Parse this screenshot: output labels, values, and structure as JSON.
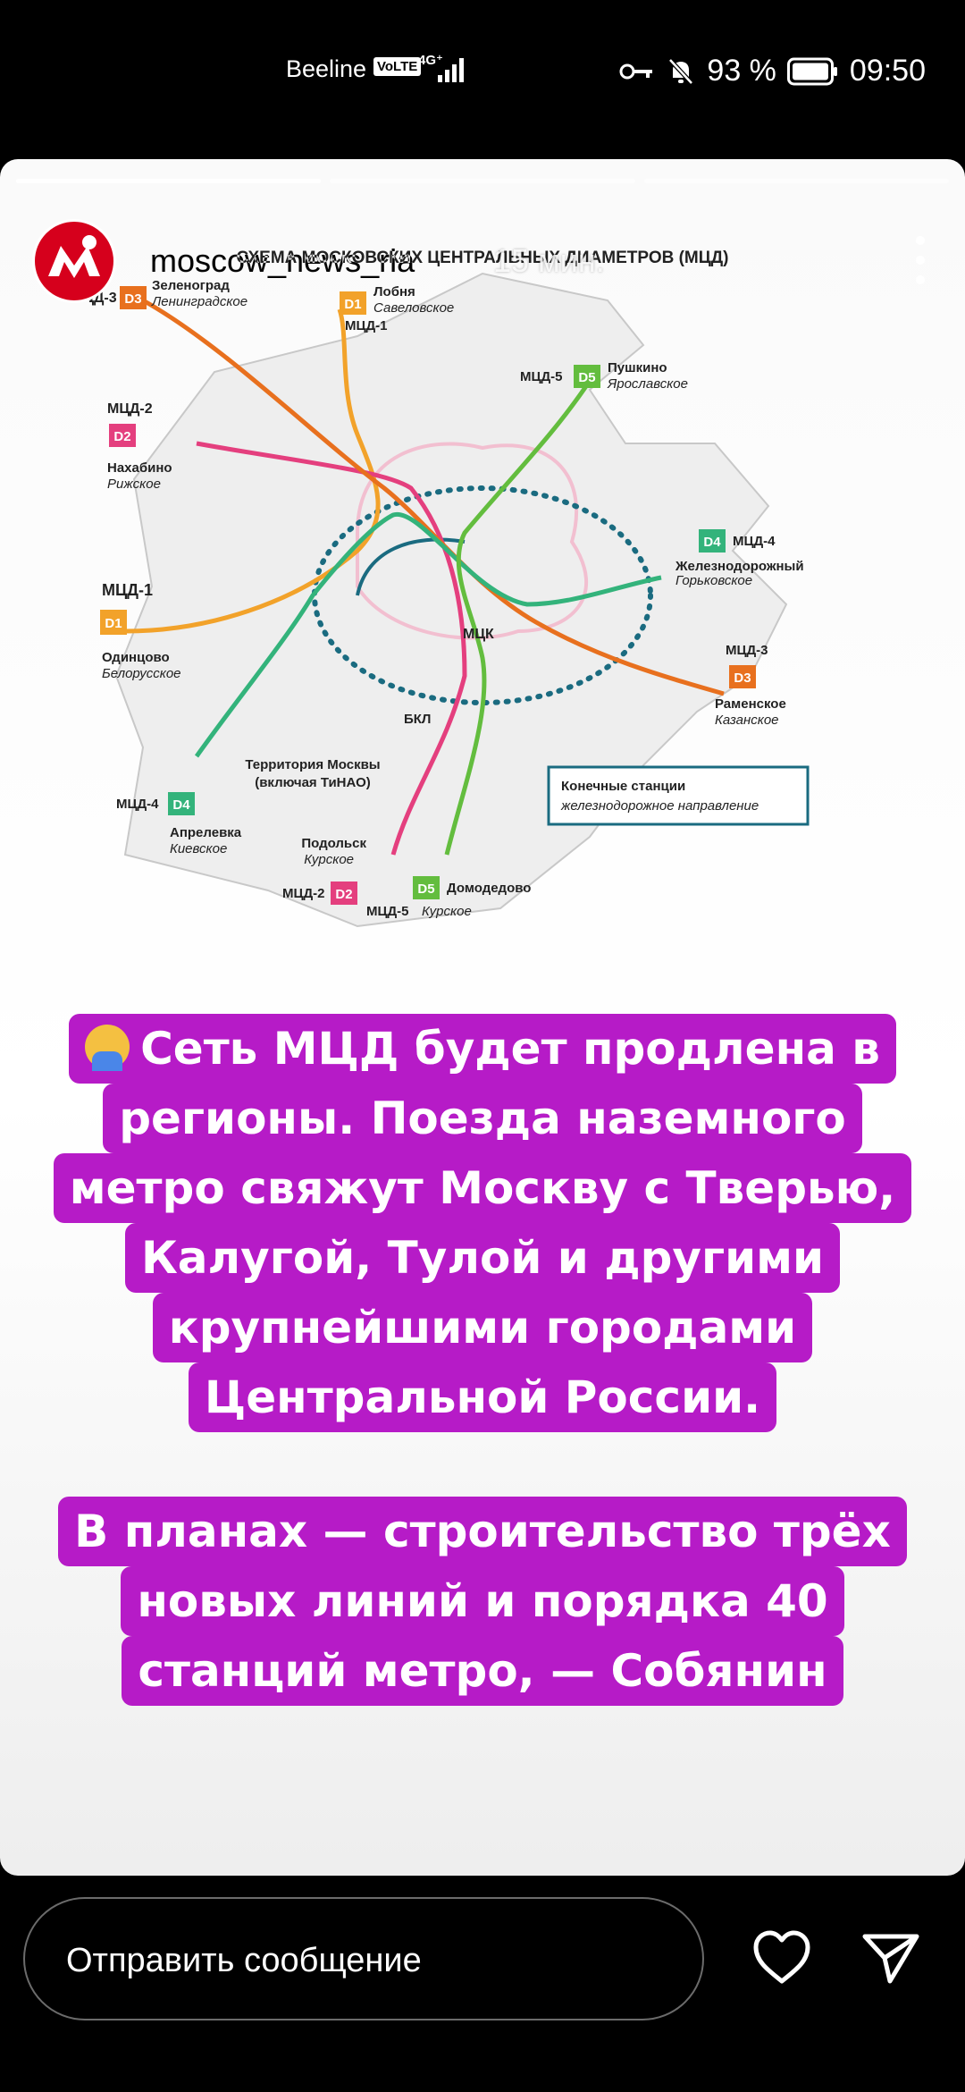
{
  "status_bar": {
    "carrier": "Beeline",
    "volte": "VoLTE",
    "network": "4G⁺",
    "battery": "93 %",
    "time": "09:50"
  },
  "story": {
    "username": "moscow_news_ria",
    "time_ago": "15 мин.",
    "progress": [
      1.0,
      0.0,
      0.0
    ],
    "map": {
      "title": "СХЕМА МОСКОВСКИХ ЦЕНТРАЛЬНЫХ ДИАМЕТРОВ (МЦД)",
      "labels": {
        "d3_top_code": "МЦД-3",
        "d3_top_badge": "D3",
        "d3_top_city": "Зеленоград",
        "d3_top_dir": "Ленинградское",
        "d1_top_badge": "D1",
        "d1_top_city": "Лобня",
        "d1_top_dir": "Савеловское",
        "d1_top_code": "МЦД-1",
        "d5_top_code": "МЦД-5",
        "d5_top_badge": "D5",
        "d5_top_city": "Пушкино",
        "d5_top_dir": "Ярославское",
        "d2_left_code": "МЦД-2",
        "d2_left_badge": "D2",
        "d2_left_city": "Нахабино",
        "d2_left_dir": "Рижское",
        "d1_left_code": "МЦД-1",
        "d1_left_badge": "D1",
        "d1_left_city": "Одинцово",
        "d1_left_dir": "Белорусское",
        "d4_right_badge": "D4",
        "d4_right_code": "МЦД-4",
        "d4_right_city": "Железнодорожный",
        "d4_right_dir": "Горьковское",
        "d3_right_code": "МЦД-3",
        "d3_right_badge": "D3",
        "d3_right_city": "Раменское",
        "d3_right_dir": "Казанское",
        "mck": "МЦК",
        "bkl": "БКЛ",
        "territory_1": "Территория Москвы",
        "territory_2": "(включая ТиНАО)",
        "legend_1": "Конечные станции",
        "legend_2": "железнодорожное направление",
        "d4_left_code": "МЦД-4",
        "d4_left_badge": "D4",
        "d4_left_city": "Апрелевка",
        "d4_left_dir": "Киевское",
        "d2_bottom_city": "Подольск",
        "d2_bottom_dir": "Курское",
        "d2_bottom_code": "МЦД-2",
        "d2_bottom_badge": "D2",
        "d5_bottom_badge": "D5",
        "d5_bottom_city": "Домодедово",
        "d5_bottom_code": "МЦД-5",
        "d5_bottom_dir": "Курское"
      }
    },
    "caption_1": [
      "Сеть МЦД будет продлена в",
      "регионы. Поезда наземного",
      "метро свяжут Москву с Тверью,",
      "Калугой, Тулой и другими",
      "крупнейшими городами",
      "Центральной России."
    ],
    "caption_2": [
      "В планах — строительство трёх",
      "новых линий и порядка 40",
      "станций метро, — Собянин"
    ],
    "colors": {
      "caption_bg": "#b61bc7",
      "d1": "#f2a22a",
      "d2": "#e43f7e",
      "d3": "#e8701e",
      "d4": "#33b37b",
      "d5": "#63bd3e"
    }
  },
  "bottom": {
    "message_placeholder": "Отправить сообщение",
    "heart_icon": "heart-icon",
    "send_icon": "send-icon"
  }
}
